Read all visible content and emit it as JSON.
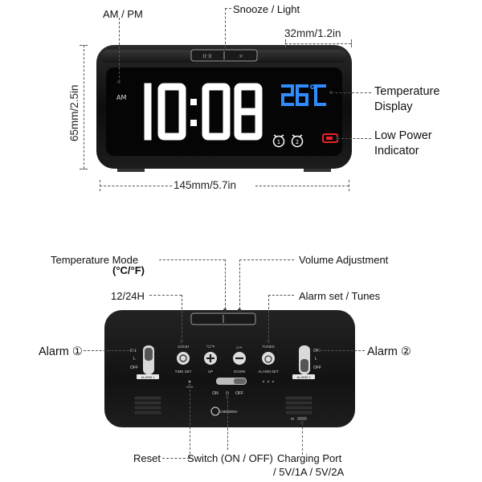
{
  "front": {
    "ampm_label": "AM / PM",
    "snooze_label": "Snooze / Light",
    "depth_dim": "32mm/1.2in",
    "height_dim": "65mm/2.5in",
    "width_dim": "145mm/5.7in",
    "temp_label_line1": "Temperature",
    "temp_label_line2": "Display",
    "lowpower_line1": "Low Power",
    "lowpower_line2": "Indicator",
    "screen": {
      "am": "AM",
      "time": "10:08",
      "temperature": "26C",
      "alarm1": "1",
      "alarm2": "2"
    },
    "colors": {
      "time": "#ffffff",
      "temperature": "#2f8bff",
      "low_power": "#e8232a"
    }
  },
  "back": {
    "tempmode_line1": "Temperature Mode",
    "tempmode_line2": "(°C/°F)",
    "volume_label": "Volume Adjustment",
    "h1224_label": "12/24H",
    "alarmset_label": "Alarm set / Tunes",
    "alarm1_label": "Alarm ①",
    "alarm2_label": "Alarm ②",
    "reset_label": "Reset",
    "switch_label": "Switch (ON / OFF)",
    "charging_line1": "Charging Port",
    "charging_line2": "/ 5V/1A / 5V/2A",
    "panel": {
      "h1224": "12/24H",
      "cf": "°C/°F",
      "tunes": "TUNES",
      "on": "ON",
      "l": "L",
      "off": "OFF",
      "alarm1": "ALARM 1",
      "alarm2": "ALARM 2",
      "time_set": "TIME SET",
      "up": "UP",
      "down": "DOWN",
      "alarm_set": "ALARM SET",
      "reset": "reset",
      "switch_on": "ON",
      "switch_off": "OFF",
      "brand": "CHEREEKI"
    }
  }
}
